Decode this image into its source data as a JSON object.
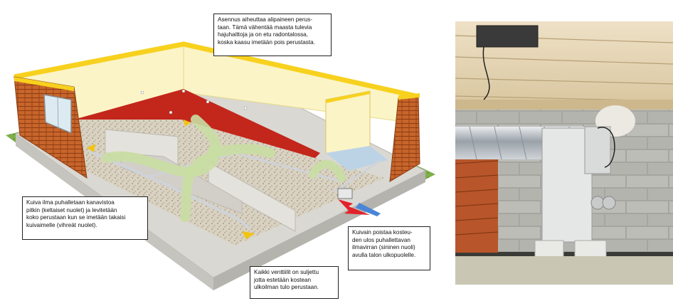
{
  "callouts": {
    "negative_pressure": "Asennus aiheuttaa alipaineen perus-\ntaan. Tämä vähentää maasta tulevia\nhajuhaittoja ja on etu radontalossa,\nkoska kaasu imetään pois perustasta.",
    "dry_air": "Kuiva ilma puhalletaan kanavistoa\npitkin (keltaiset nuolet) ja levitetään\nkoko perustaan kun se imetään takaisi\nkuivaimelle (vihreät nuolet).",
    "moist_air_out": "Kuivain poistaa kosteu-\nden ulos puhallettavan\nilmavirran (sininen nuoli)\navulla talon ulkopuolelle.",
    "vents_closed": "Kaikki venttiilit on suljettu\njotta estetään kostean\nulkoilman tulo perustaan."
  },
  "colors": {
    "yellow_arrow": "#f2c40f",
    "green_arrow": "#c9dea3",
    "blue_arrow": "#4a86d8",
    "red_arrow": "#e2222a",
    "brick": "#c8652a",
    "wall_top": "#f7d11e",
    "wall_inner": "#fbf4c6",
    "red_membrane": "#c3261b",
    "grass": "#7db04a"
  }
}
